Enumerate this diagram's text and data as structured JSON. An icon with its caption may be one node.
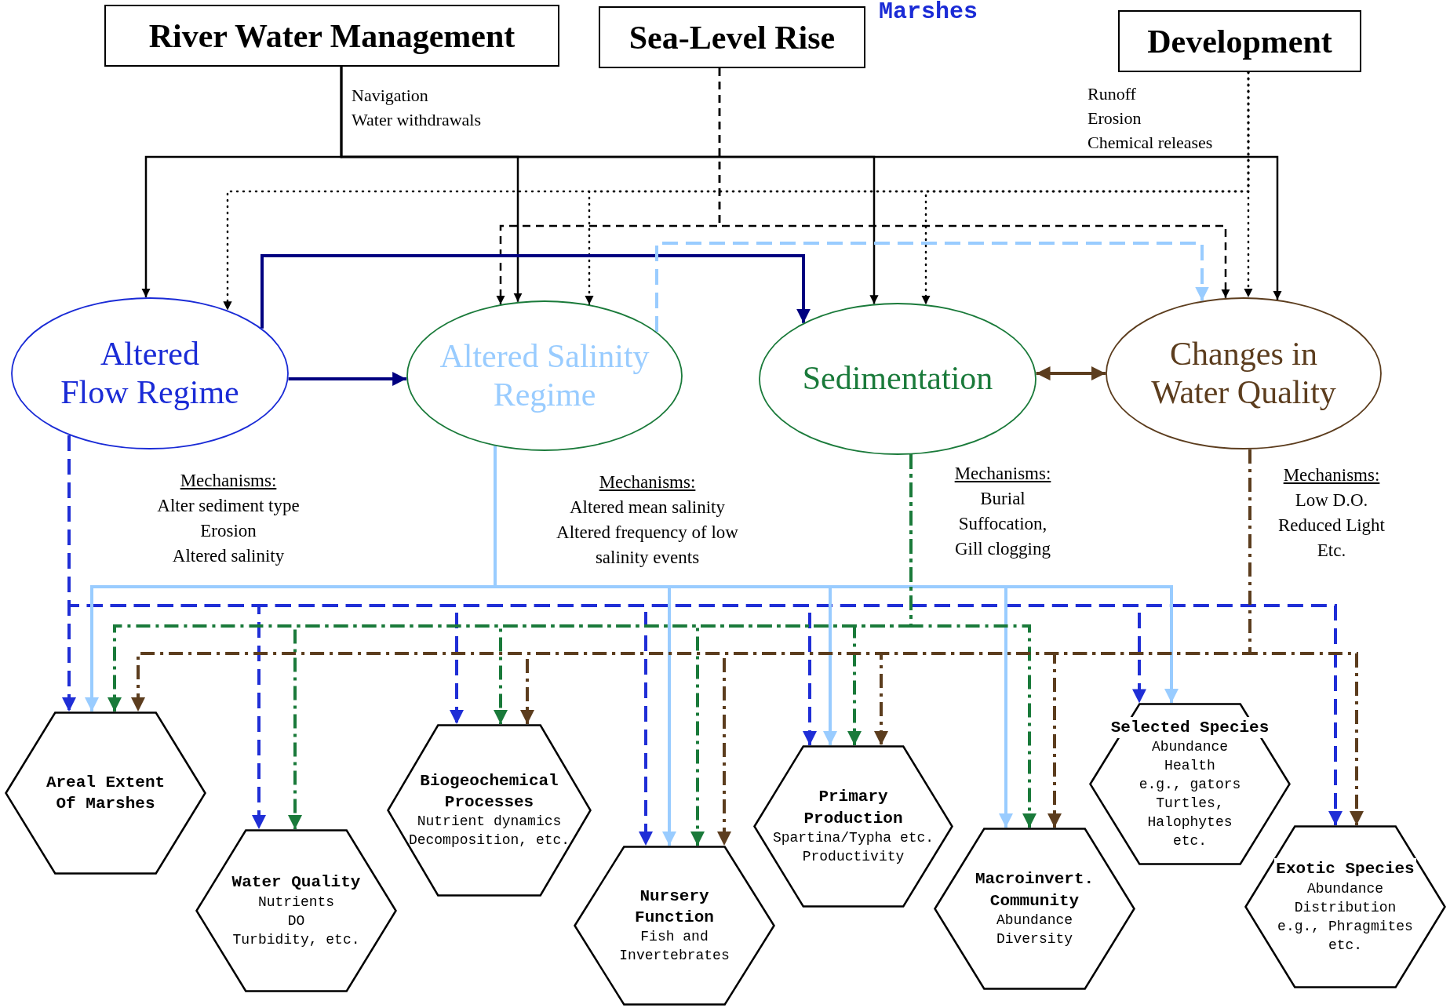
{
  "diagram": {
    "nodes": [
      {
        "text": [
          "River Water Management"
        ],
        "beside": [
          "Navigation",
          "Water withdrawals"
        ]
      },
      {
        "text": [
          "Sea-Level Rise"
        ]
      },
      {
        "text": [
          "Development"
        ],
        "beside": [
          "Runoff",
          "Erosion",
          "Chemical releases"
        ]
      },
      {
        "text": [
          "Altered Flow Regime"
        ],
        "beside": [
          "Mechanisms:",
          "Alter sediment type",
          "Erosion",
          "Altered salinity"
        ]
      },
      {
        "text": [
          "Altered Salinity Regime"
        ],
        "beside": [
          "Mechanisms:",
          "Altered mean salinity",
          "Altered frequency of low salinity events"
        ]
      },
      {
        "text": [
          "Sedimentation"
        ],
        "beside": [
          "Mechanisms:",
          "Burial",
          "Suffocation,",
          "Gill clogging"
        ]
      },
      {
        "text": [
          "Changes in Water Quality"
        ],
        "beside": [
          "Mechanisms:",
          "Low D.O.",
          "Reduced Light",
          "Etc."
        ]
      },
      {
        "text": [
          "Areal Extent Of Marshes"
        ]
      },
      {
        "text": [
          "Water Quality",
          "Nutrients",
          "DO",
          "Turbidity, etc."
        ]
      },
      {
        "text": [
          "Biogeochemical Processes",
          "Nutrient dynamics",
          "Decomposition, etc."
        ]
      },
      {
        "text": [
          "Nursery Function",
          "Fish and Invertebrates"
        ]
      },
      {
        "text": [
          "Primary Production",
          "Spartina/Typha etc.",
          "Productivity"
        ]
      },
      {
        "text": [
          "Macroinvert. Community",
          "Abundance",
          "Diversity"
        ]
      },
      {
        "text": [
          "Selected Species",
          "Abundance",
          "Health",
          "e.g., gators",
          "Turtles,",
          "Halophytes",
          "etc."
        ]
      },
      {
        "text": [
          "Exotic Species",
          "Abundance",
          "Distribution",
          "e.g., Phragmites",
          "etc."
        ]
      }
    ],
    "edges": [
      {
        "from": 0,
        "to": 3,
        "arrow": "to"
      },
      {
        "from": 0,
        "to": 4,
        "arrow": "to"
      },
      {
        "from": 0,
        "to": 5,
        "arrow": "to"
      },
      {
        "from": 0,
        "to": 6,
        "arrow": "to"
      },
      {
        "from": 2,
        "to": 3,
        "arrow": "to",
        "style": "dashed"
      },
      {
        "from": 2,
        "to": 4,
        "arrow": "to",
        "style": "dashed"
      },
      {
        "from": 2,
        "to": 5,
        "arrow": "to",
        "style": "dashed"
      },
      {
        "from": 2,
        "to": 6,
        "arrow": "to",
        "style": "dashed"
      },
      {
        "from": 1,
        "to": 4,
        "arrow": "to",
        "style": "dashed"
      },
      {
        "from": 1,
        "to": 6,
        "arrow": "to",
        "style": "dashed"
      },
      {
        "from": 3,
        "to": 4,
        "arrow": "to",
        "color": "#000080"
      },
      {
        "from": 3,
        "to": 5,
        "arrow": "to",
        "color": "#000080"
      },
      {
        "from": 4,
        "to": 6,
        "arrow": "to",
        "style": "dashed",
        "color": "#99ccff"
      },
      {
        "from": 5,
        "to": 6,
        "arrow": "both",
        "color": "#5c3d1e"
      },
      {
        "from": 3,
        "to": 7,
        "arrow": "to",
        "style": "dashed",
        "color": "#1f2ed6"
      },
      {
        "from": 3,
        "to": 8,
        "arrow": "to",
        "style": "dashed",
        "color": "#1f2ed6"
      },
      {
        "from": 3,
        "to": 9,
        "arrow": "to",
        "style": "dashed",
        "color": "#1f2ed6"
      },
      {
        "from": 3,
        "to": 10,
        "arrow": "to",
        "style": "dashed",
        "color": "#1f2ed6"
      },
      {
        "from": 3,
        "to": 11,
        "arrow": "to",
        "style": "dashed",
        "color": "#1f2ed6"
      },
      {
        "from": 3,
        "to": 13,
        "arrow": "to",
        "style": "dashed",
        "color": "#1f2ed6"
      },
      {
        "from": 3,
        "to": 14,
        "arrow": "to",
        "style": "dashed",
        "color": "#1f2ed6"
      },
      {
        "from": 4,
        "to": 7,
        "arrow": "to",
        "color": "#99ccff"
      },
      {
        "from": 4,
        "to": 10,
        "arrow": "to",
        "color": "#99ccff"
      },
      {
        "from": 4,
        "to": 11,
        "arrow": "to",
        "color": "#99ccff"
      },
      {
        "from": 4,
        "to": 12,
        "arrow": "to",
        "color": "#99ccff"
      },
      {
        "from": 4,
        "to": 13,
        "arrow": "to",
        "color": "#99ccff"
      },
      {
        "from": 5,
        "to": 7,
        "arrow": "to",
        "style": "dashed",
        "color": "#1a7a3a"
      },
      {
        "from": 5,
        "to": 8,
        "arrow": "to",
        "style": "dashed",
        "color": "#1a7a3a"
      },
      {
        "from": 5,
        "to": 9,
        "arrow": "to",
        "style": "dashed",
        "color": "#1a7a3a"
      },
      {
        "from": 5,
        "to": 10,
        "arrow": "to",
        "style": "dashed",
        "color": "#1a7a3a"
      },
      {
        "from": 5,
        "to": 11,
        "arrow": "to",
        "style": "dashed",
        "color": "#1a7a3a"
      },
      {
        "from": 5,
        "to": 12,
        "arrow": "to",
        "style": "dashed",
        "color": "#1a7a3a"
      },
      {
        "from": 6,
        "to": 7,
        "arrow": "to",
        "style": "dashed",
        "color": "#5c3d1e"
      },
      {
        "from": 6,
        "to": 9,
        "arrow": "to",
        "style": "dashed",
        "color": "#5c3d1e"
      },
      {
        "from": 6,
        "to": 10,
        "arrow": "to",
        "style": "dashed",
        "color": "#5c3d1e"
      },
      {
        "from": 6,
        "to": 11,
        "arrow": "to",
        "style": "dashed",
        "color": "#5c3d1e"
      },
      {
        "from": 6,
        "to": 12,
        "arrow": "to",
        "style": "dashed",
        "color": "#5c3d1e"
      },
      {
        "from": 6,
        "to": 14,
        "arrow": "to",
        "style": "dashed",
        "color": "#5c3d1e"
      }
    ],
    "labels": [
      "Marshes"
    ]
  }
}
